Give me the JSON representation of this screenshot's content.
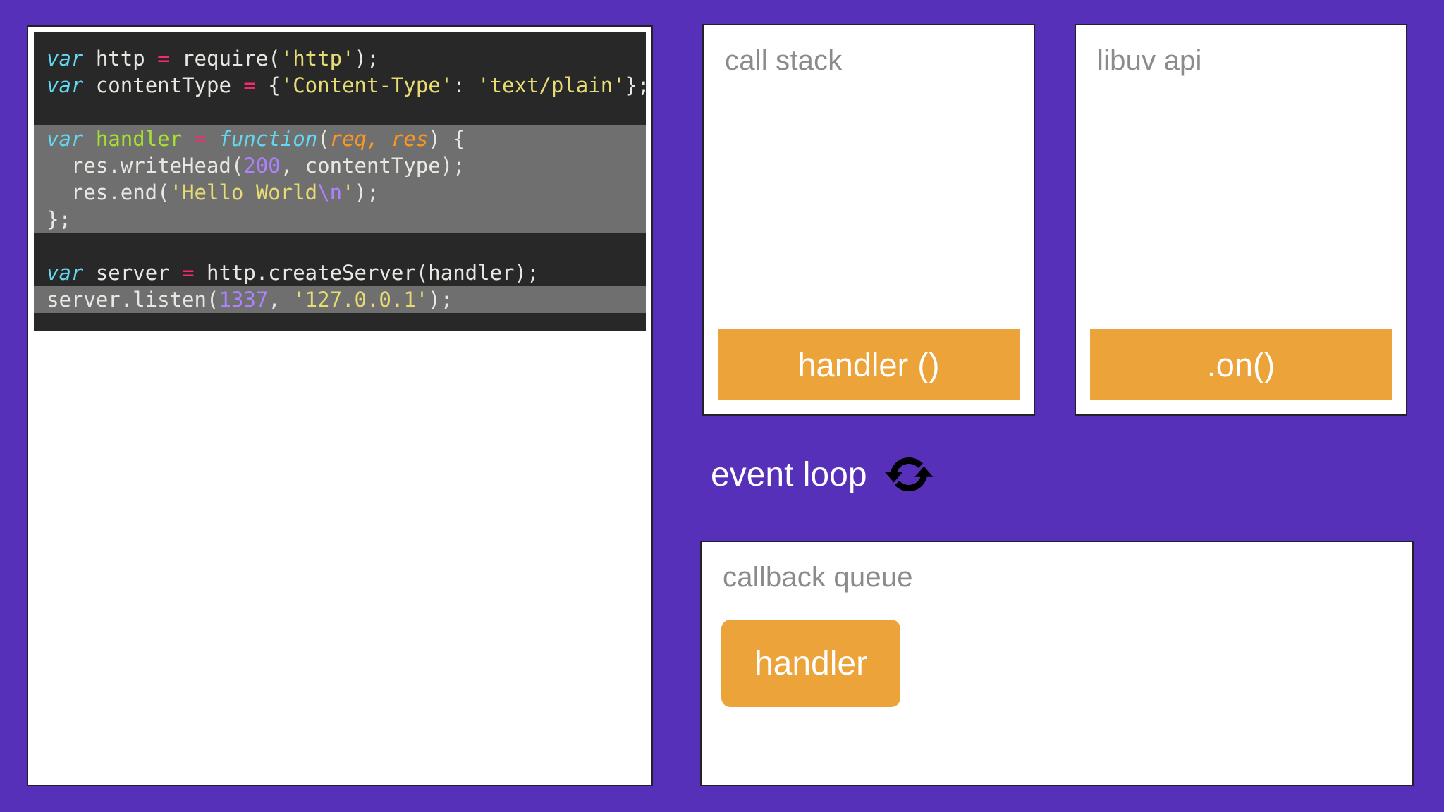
{
  "theme": {
    "background": "#5630b8",
    "panel_bg": "#ffffff",
    "panel_border": "#23202a",
    "code_bg": "#282828",
    "code_highlight_bg": "#6f6f6f",
    "accent_orange": "#eba33a",
    "title_gray": "#8b8b8b"
  },
  "code": {
    "lines": [
      {
        "highlighted": false,
        "tokens": [
          {
            "t": "var",
            "c": "t-kw"
          },
          {
            "t": " http ",
            "c": "t-pl"
          },
          {
            "t": "=",
            "c": "t-op"
          },
          {
            "t": " require(",
            "c": "t-pl"
          },
          {
            "t": "'http'",
            "c": "t-str"
          },
          {
            "t": ");",
            "c": "t-pl"
          }
        ]
      },
      {
        "highlighted": false,
        "tokens": [
          {
            "t": "var",
            "c": "t-kw"
          },
          {
            "t": " contentType ",
            "c": "t-pl"
          },
          {
            "t": "=",
            "c": "t-op"
          },
          {
            "t": " {",
            "c": "t-pl"
          },
          {
            "t": "'Content-Type'",
            "c": "t-str"
          },
          {
            "t": ": ",
            "c": "t-pl"
          },
          {
            "t": "'text/plain'",
            "c": "t-str"
          },
          {
            "t": "};",
            "c": "t-pl"
          }
        ]
      },
      {
        "highlighted": false,
        "tokens": [
          {
            "t": " ",
            "c": "t-pl"
          }
        ]
      },
      {
        "highlighted": true,
        "tokens": [
          {
            "t": "var",
            "c": "t-kw"
          },
          {
            "t": " ",
            "c": "t-pl"
          },
          {
            "t": "handler",
            "c": "t-fn"
          },
          {
            "t": " ",
            "c": "t-pl"
          },
          {
            "t": "=",
            "c": "t-op"
          },
          {
            "t": " ",
            "c": "t-pl"
          },
          {
            "t": "function",
            "c": "t-kwfn"
          },
          {
            "t": "(",
            "c": "t-pl"
          },
          {
            "t": "req, res",
            "c": "t-par"
          },
          {
            "t": ") {",
            "c": "t-pl"
          }
        ]
      },
      {
        "highlighted": true,
        "tokens": [
          {
            "t": "  res.writeHead(",
            "c": "t-pl"
          },
          {
            "t": "200",
            "c": "t-num"
          },
          {
            "t": ", contentType);",
            "c": "t-pl"
          }
        ]
      },
      {
        "highlighted": true,
        "tokens": [
          {
            "t": "  res.end(",
            "c": "t-pl"
          },
          {
            "t": "'Hello World",
            "c": "t-str"
          },
          {
            "t": "\\n",
            "c": "t-esc"
          },
          {
            "t": "'",
            "c": "t-str"
          },
          {
            "t": ");",
            "c": "t-pl"
          }
        ]
      },
      {
        "highlighted": true,
        "tokens": [
          {
            "t": "};",
            "c": "t-pl"
          }
        ]
      },
      {
        "highlighted": false,
        "tokens": [
          {
            "t": " ",
            "c": "t-pl"
          }
        ]
      },
      {
        "highlighted": false,
        "tokens": [
          {
            "t": "var",
            "c": "t-kw"
          },
          {
            "t": " server ",
            "c": "t-pl"
          },
          {
            "t": "=",
            "c": "t-op"
          },
          {
            "t": " http.createServer(handler);",
            "c": "t-pl"
          }
        ]
      },
      {
        "highlighted": true,
        "tokens": [
          {
            "t": "server.listen(",
            "c": "t-pl"
          },
          {
            "t": "1337",
            "c": "t-num"
          },
          {
            "t": ", ",
            "c": "t-pl"
          },
          {
            "t": "'127.0.0.1'",
            "c": "t-str"
          },
          {
            "t": ");",
            "c": "t-pl"
          }
        ]
      }
    ]
  },
  "call_stack": {
    "title": "call stack",
    "frames": [
      {
        "label": "handler ()"
      }
    ]
  },
  "libuv_api": {
    "title": "libuv api",
    "frames": [
      {
        "label": ".on()"
      }
    ]
  },
  "event_loop": {
    "label": "event loop",
    "icon": "refresh-loop-icon"
  },
  "callback_queue": {
    "title": "callback queue",
    "items": [
      {
        "label": "handler"
      }
    ]
  }
}
